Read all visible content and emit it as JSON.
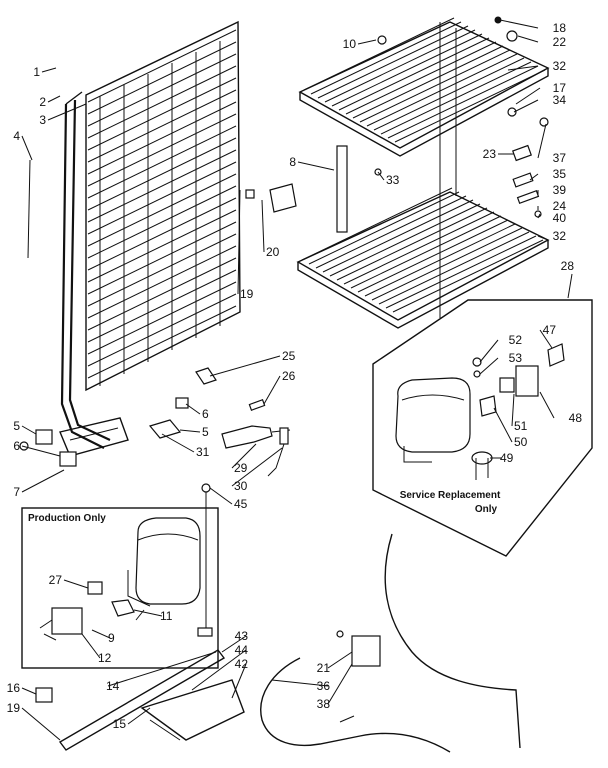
{
  "callouts": {
    "c1": "1",
    "c2": "2",
    "c3": "3",
    "c4": "4",
    "c5a": "5",
    "c5b": "5",
    "c6a": "6",
    "c6b": "6",
    "c7": "7",
    "c8": "8",
    "c9": "9",
    "c10": "10",
    "c11": "11",
    "c12": "12",
    "c14": "14",
    "c15": "15",
    "c16": "16",
    "c17": "17",
    "c18": "18",
    "c19a": "19",
    "c19b": "19",
    "c20": "20",
    "c21": "21",
    "c22": "22",
    "c23": "23",
    "c24": "24",
    "c25": "25",
    "c26": "26",
    "c27": "27",
    "c28": "28",
    "c29": "29",
    "c30": "30",
    "c31": "31",
    "c32a": "32",
    "c32b": "32",
    "c33": "33",
    "c34": "34",
    "c35": "35",
    "c36": "36",
    "c37": "37",
    "c38": "38",
    "c39": "39",
    "c40": "40",
    "c42": "42",
    "c43": "43",
    "c44": "44",
    "c45": "45",
    "c47": "47",
    "c48": "48",
    "c49": "49",
    "c50": "50",
    "c51": "51",
    "c52": "52",
    "c53": "53"
  },
  "boxes": {
    "production_only": "Production Only",
    "service_line1": "Service Replacement",
    "service_line2": "Only"
  }
}
